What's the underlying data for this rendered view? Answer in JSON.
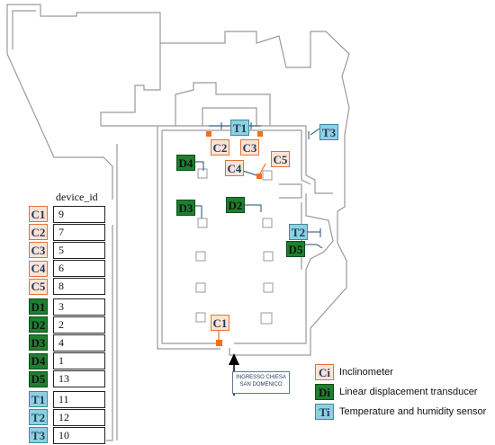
{
  "table": {
    "header": "device_id",
    "rows": [
      {
        "code": "C1",
        "kind": "ci",
        "id": "9"
      },
      {
        "code": "C2",
        "kind": "ci",
        "id": "7"
      },
      {
        "code": "C3",
        "kind": "ci",
        "id": "5"
      },
      {
        "code": "C4",
        "kind": "ci",
        "id": "6"
      },
      {
        "code": "C5",
        "kind": "ci",
        "id": "8"
      },
      {
        "code": "D1",
        "kind": "di",
        "id": "3"
      },
      {
        "code": "D2",
        "kind": "di",
        "id": "2"
      },
      {
        "code": "D3",
        "kind": "di",
        "id": "4"
      },
      {
        "code": "D4",
        "kind": "di",
        "id": "1"
      },
      {
        "code": "D5",
        "kind": "di",
        "id": "13"
      },
      {
        "code": "T1",
        "kind": "ti",
        "id": "11"
      },
      {
        "code": "T2",
        "kind": "ti",
        "id": "12"
      },
      {
        "code": "T3",
        "kind": "ti",
        "id": "10"
      }
    ]
  },
  "plan_labels": {
    "T1": "T1",
    "T3": "T3",
    "C2": "C2",
    "C3": "C3",
    "C4": "C4",
    "C5": "C5",
    "D4": "D4",
    "D3": "D3",
    "D2": "D2",
    "T2": "T2",
    "D5": "D5",
    "C1": "C1"
  },
  "entrance": {
    "line1": "INGRESSO CHIESA",
    "line2": "SAN DOMENICO"
  },
  "legend": [
    {
      "symbol": "Ci",
      "kind": "ci",
      "label": "Inclinometer"
    },
    {
      "symbol": "Di",
      "kind": "di",
      "label": "Linear displacement transducer"
    },
    {
      "symbol": "Ti",
      "kind": "ti",
      "label": "Temperature and humidity sensor"
    }
  ],
  "colors": {
    "inclinometer_fill": "#fbe3d6",
    "inclinometer_border": "#e0733a",
    "displacement_fill": "#1e7f2e",
    "temperature_fill": "#8fd0e0",
    "marker_orange": "#f07020",
    "wall_gray": "#9a9a9a"
  }
}
